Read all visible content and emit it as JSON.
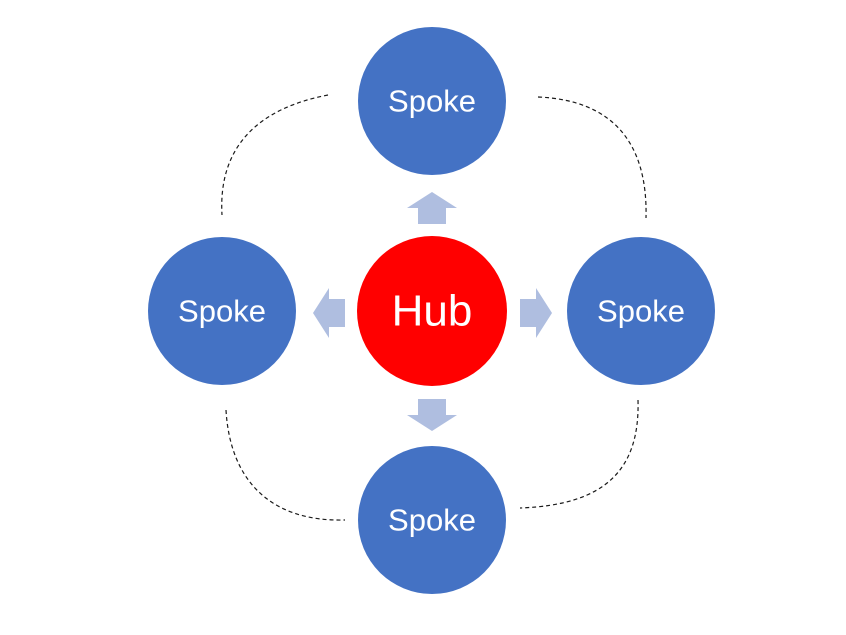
{
  "colors": {
    "hub_fill": "#FF0000",
    "spoke_fill": "#4472C4",
    "arrow_fill": "#AFBEE0",
    "connector_stroke": "#1A1A1A",
    "label_color": "#FFFFFF"
  },
  "hub": {
    "label": "Hub"
  },
  "spokes": [
    {
      "position": "top",
      "label": "Spoke"
    },
    {
      "position": "left",
      "label": "Spoke"
    },
    {
      "position": "right",
      "label": "Spoke"
    },
    {
      "position": "bottom",
      "label": "Spoke"
    }
  ],
  "arrows": [
    {
      "direction": "up"
    },
    {
      "direction": "left"
    },
    {
      "direction": "right"
    },
    {
      "direction": "down"
    }
  ],
  "connectors": [
    {
      "between": "top-left",
      "style": "dashed"
    },
    {
      "between": "top-right",
      "style": "dashed"
    },
    {
      "between": "bottom-left",
      "style": "dashed"
    },
    {
      "between": "bottom-right",
      "style": "dashed"
    }
  ]
}
